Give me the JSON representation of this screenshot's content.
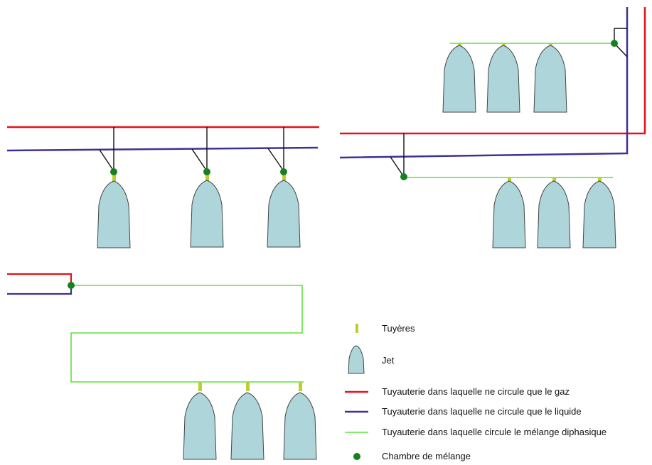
{
  "colors": {
    "gas_pipe": "#e3121b",
    "liquid_pipe": "#3b3394",
    "mixture_pipe": "#5ee23d",
    "nozzle": "#b8d12f",
    "jet_fill": "#aed6da",
    "jet_stroke": "#444444",
    "mixing_chamber": "#16801e",
    "connector": "#111111"
  },
  "legend": {
    "nozzle": {
      "label": "Tuyères",
      "icon": "nozzle-icon"
    },
    "jet": {
      "label": "Jet",
      "icon": "jet-icon"
    },
    "gas_pipe": {
      "label": "Tuyauterie dans laquelle ne circule que le gaz",
      "icon": "red-line-icon"
    },
    "liquid_pipe": {
      "label": "Tuyauterie dans laquelle ne circule que le liquide",
      "icon": "blue-line-icon"
    },
    "mixture_pipe": {
      "label": "Tuyauterie dans laquelle circule le mélange diphasique",
      "icon": "green-line-icon"
    },
    "mixing_chamber": {
      "label": "Chambre de mélange",
      "icon": "green-dot-icon"
    }
  },
  "configurations": [
    {
      "id": "individual-mixing",
      "mixing_chambers": 3,
      "nozzles": 3
    },
    {
      "id": "shared-mixing-right",
      "mixing_chambers": 2,
      "nozzles": 6
    },
    {
      "id": "shared-mixing-long-line",
      "mixing_chambers": 1,
      "nozzles": 3
    }
  ]
}
